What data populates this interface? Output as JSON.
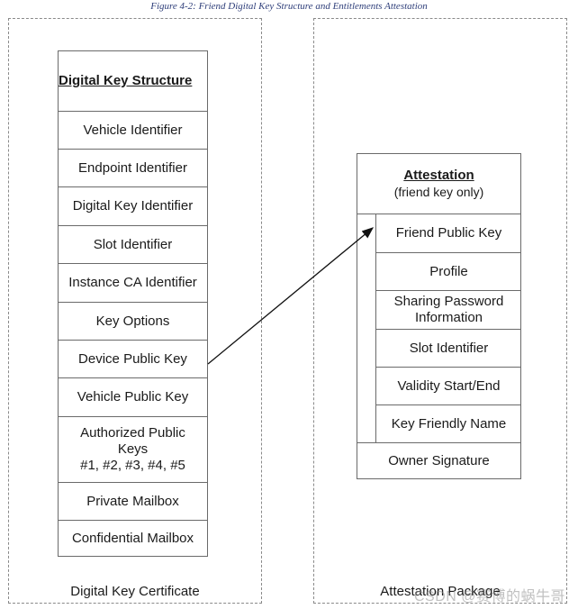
{
  "caption": "Figure 4-2: Friend Digital Key Structure and Entitlements Attestation",
  "left_panel": {
    "label": "Digital Key Certificate",
    "title": "Digital Key Structure",
    "rows": [
      "Vehicle Identifier",
      "Endpoint Identifier",
      "Digital Key Identifier",
      "Slot Identifier",
      "Instance CA Identifier",
      "Key Options",
      "Device Public Key",
      "Vehicle Public Key",
      "Authorized Public Keys",
      "#1, #2, #3, #4, #5",
      "Private Mailbox",
      "Confidential Mailbox"
    ]
  },
  "right_panel": {
    "label": "Attestation Package",
    "title": "Attestation",
    "subtitle": "(friend key only)",
    "rows": [
      "Friend Public Key",
      "Profile",
      "Sharing Password",
      "Information",
      "Slot Identifier",
      "Validity Start/End",
      "Key Friendly Name"
    ],
    "footer": "Owner Signature"
  },
  "watermark": "CSDN @赛博的蜗牛哥"
}
